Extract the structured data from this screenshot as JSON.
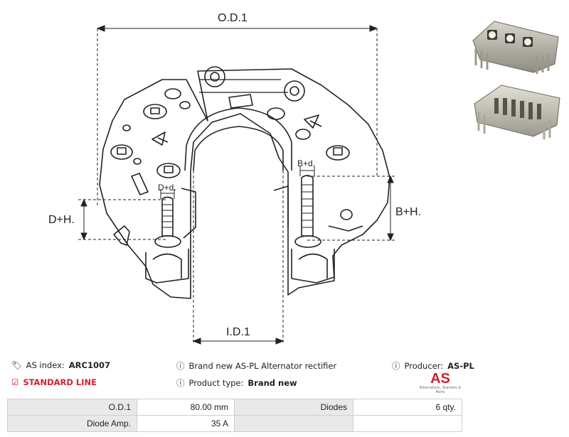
{
  "dimensions": {
    "od": "O.D.1",
    "id": "I.D.1",
    "dh": "D+H.",
    "dd": "D+d.",
    "bh": "B+H.",
    "bd": "B+d."
  },
  "info": {
    "as_index_label": "AS index:",
    "as_index_value": "ARC1007",
    "standard_line": "STANDARD LINE",
    "description": "Brand new AS-PL Alternator rectifier",
    "product_type_label": "Product type:",
    "product_type_value": "Brand new",
    "producer_label": "Producer:",
    "producer_value": "AS-PL"
  },
  "logo": {
    "mark": "AS",
    "tagline": "Alternators, Starters & Parts"
  },
  "specs": [
    {
      "label": "O.D.1",
      "value": "80.00 mm",
      "label2": "Diodes",
      "value2": "6 qty."
    },
    {
      "label": "Diode Amp.",
      "value": "35 A",
      "label2": "",
      "value2": ""
    }
  ],
  "colors": {
    "brand_red": "#d2202f",
    "table_header_bg": "#e9e9e9"
  }
}
